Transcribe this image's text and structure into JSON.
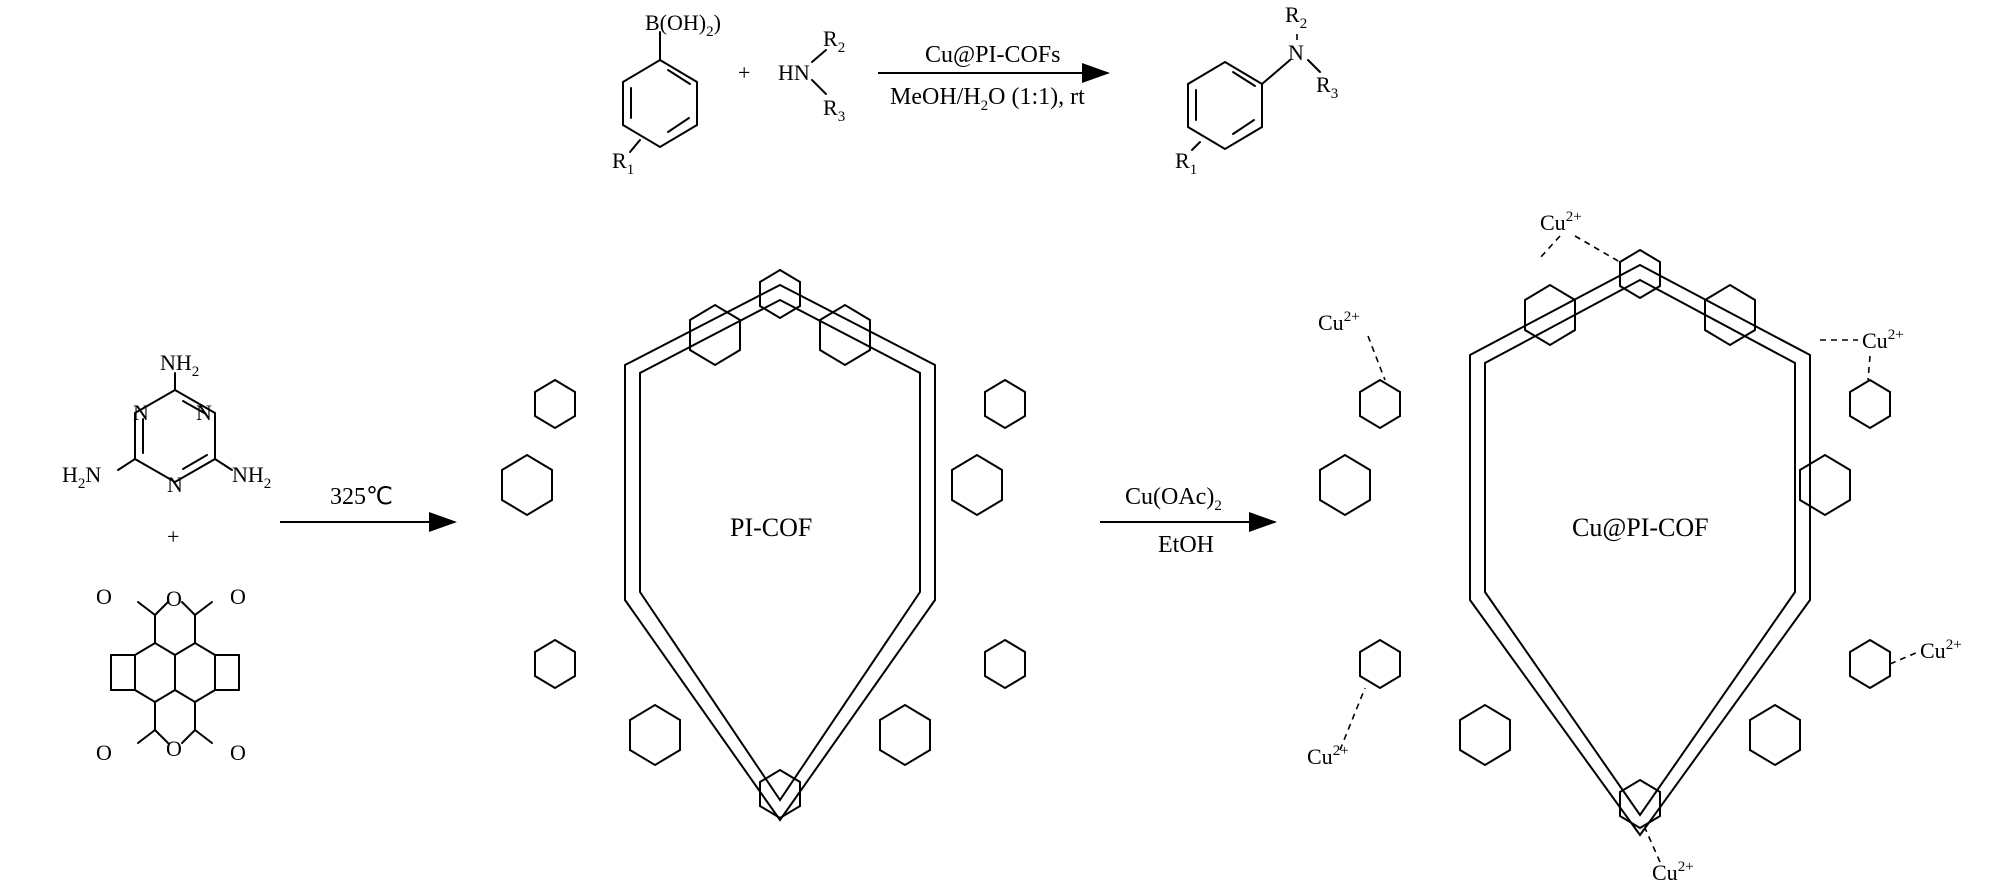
{
  "top_reaction": {
    "reagent_label": "Cu@PI-COFs",
    "condition_label_pre": "MeOH/H",
    "condition_label_sub": "2",
    "condition_label_post": "O (1:1), rt",
    "plus": "+",
    "boronic": {
      "B": "B(OH)",
      "B_sub": "2",
      "R": "R",
      "R_sub": "1"
    },
    "amine": {
      "HN": "HN",
      "R2": "R",
      "R2_sub": "2",
      "R3": "R",
      "R3_sub": "3"
    },
    "product": {
      "N": "N",
      "R2": "R",
      "R2_sub": "2",
      "R3": "R",
      "R3_sub": "3",
      "R1": "R",
      "R1_sub": "1"
    }
  },
  "reactants": {
    "melamine_nh2": "NH",
    "nh2_sub": "2",
    "h2n": "H",
    "h2n_sub": "2",
    "h2n_N": "N",
    "plus": "+"
  },
  "step1": {
    "label": "325℃"
  },
  "step2": {
    "label_pre": "Cu(OAc)",
    "label_sub": "2",
    "label2": "EtOH"
  },
  "pi_cof": {
    "center_label": "PI-COF"
  },
  "cu_pi_cof": {
    "center_label": "Cu@PI-COF",
    "cu": "Cu",
    "cu_charge": "2+"
  },
  "atoms": {
    "O": "O",
    "N": "N"
  }
}
